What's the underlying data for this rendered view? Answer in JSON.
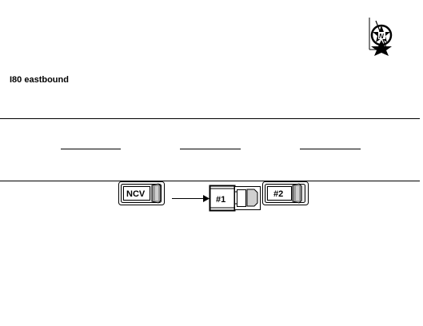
{
  "road": {
    "label": "I80 eastbound"
  },
  "compass": {
    "north_label": "N"
  },
  "vehicles": [
    {
      "id": "ncv",
      "label": "NCV"
    },
    {
      "id": "v1",
      "label": "#1"
    },
    {
      "id": "v2",
      "label": "#2"
    }
  ],
  "colors": {
    "line": "#000000",
    "vehicle_fill": "#ffffff",
    "vehicle_shade": "#d9d9d9",
    "vehicle_shade_dark": "#9a9a9a"
  }
}
